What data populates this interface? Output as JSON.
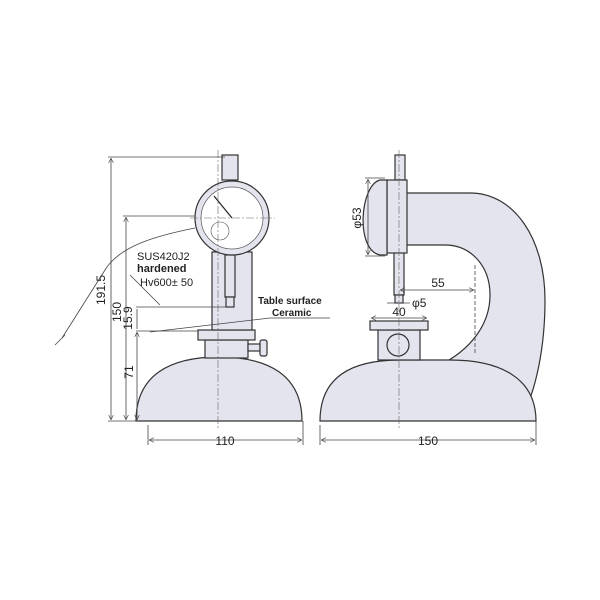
{
  "front_view": {
    "dimensions": {
      "overall_height": "191.5",
      "dial_center_height": "150",
      "gap": "15.9",
      "table_height": "71",
      "base_width": "110"
    },
    "annotations": {
      "material": "SUS420J2",
      "treatment": "hardened",
      "hardness": "Hv600± 50",
      "table_label": "Table surface",
      "table_material": "Ceramic"
    }
  },
  "side_view": {
    "dimensions": {
      "dial_diameter": "φ53",
      "throat_depth": "55",
      "contact_diameter": "φ5",
      "table_width": "40",
      "base_length": "150"
    }
  },
  "colors": {
    "body": "#e3e4ee",
    "outline": "#333333"
  }
}
